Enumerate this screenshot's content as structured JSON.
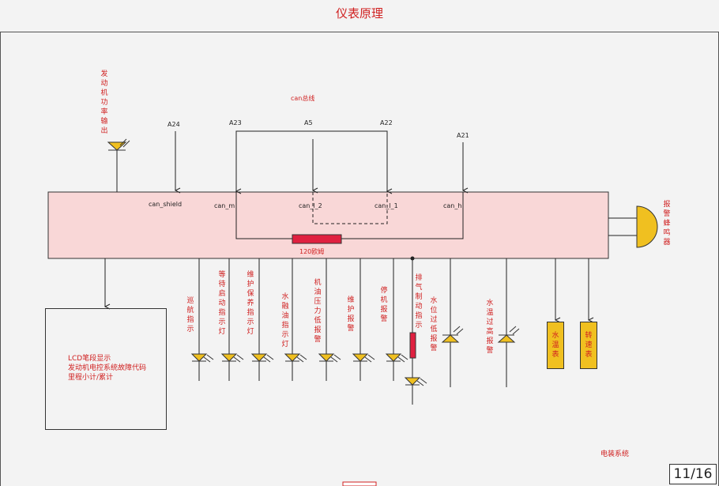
{
  "title": "仪表原理",
  "can_bus_label": "can总线",
  "pins": [
    "A24",
    "A23",
    "A5",
    "A22",
    "A21"
  ],
  "ecu_ports": [
    "can_shield",
    "can_m",
    "can_l_2",
    "can_l_1",
    "can_h"
  ],
  "resistor_label": "120欧姆",
  "engine_power_output": "发动机功率输出",
  "buzzer": "报警蜂鸣器",
  "indicators": [
    "巡航指示",
    "等待启动指示灯",
    "维护保养指示灯",
    "水融油指示灯",
    "机油压力低报警",
    "维护报警",
    "停机报警",
    "排气制动指示",
    "水位过低报警",
    "水温过高报警"
  ],
  "gauges": [
    "水温表",
    "转速表"
  ],
  "lcd": {
    "lines": [
      "LCD笔段显示",
      "发动机电控系统故障代码",
      "里程小计/累计"
    ]
  },
  "footer_system": "电装系统",
  "page_number": "11/16"
}
